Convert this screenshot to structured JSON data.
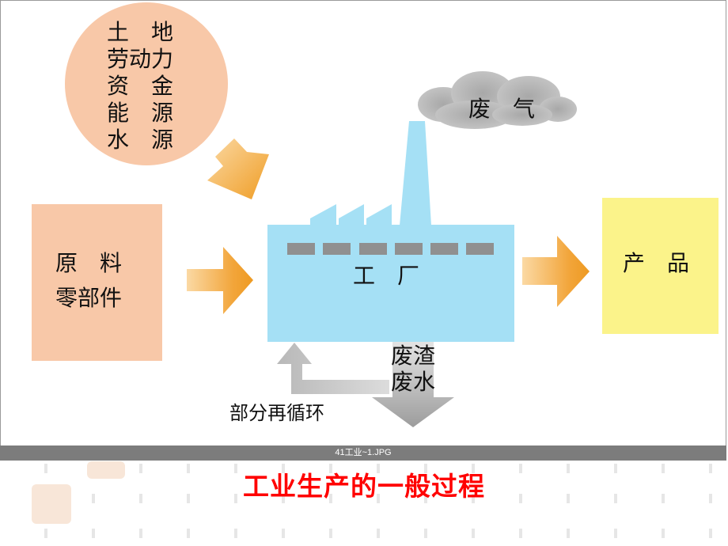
{
  "resources": [
    "土　地",
    "劳动力",
    "资　金",
    "能　源",
    "水　源"
  ],
  "materials": [
    "原　料",
    "零部件"
  ],
  "factory": "工　厂",
  "gas": "废　气",
  "product": "产　品",
  "waste": [
    "废渣",
    "废水"
  ],
  "recycle": "部分再循环",
  "caption": "41工业~1.JPG",
  "title": "工业生产的一般过程",
  "colors": {
    "peach": "#f8c8a8",
    "orange_arrow": "#f0a030",
    "factory": "#a5e0f5",
    "product_box": "#fbf38a",
    "gray_arrow": "#a3a3a3",
    "title": "#ff0000"
  }
}
